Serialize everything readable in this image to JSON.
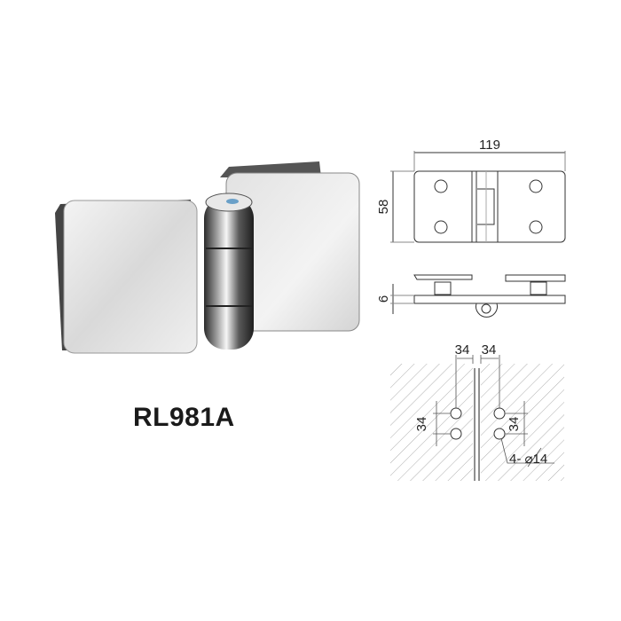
{
  "product": {
    "model": "RL981A"
  },
  "drawing": {
    "top_view": {
      "width_label": "119",
      "height_label": "58"
    },
    "side_view": {
      "thickness_label": "6"
    },
    "hole_layout": {
      "left_offset_label": "34",
      "right_offset_label": "34",
      "left_spacing_label": "34",
      "right_spacing_label": "34",
      "hole_spec_label": "4- ⌀14"
    }
  }
}
